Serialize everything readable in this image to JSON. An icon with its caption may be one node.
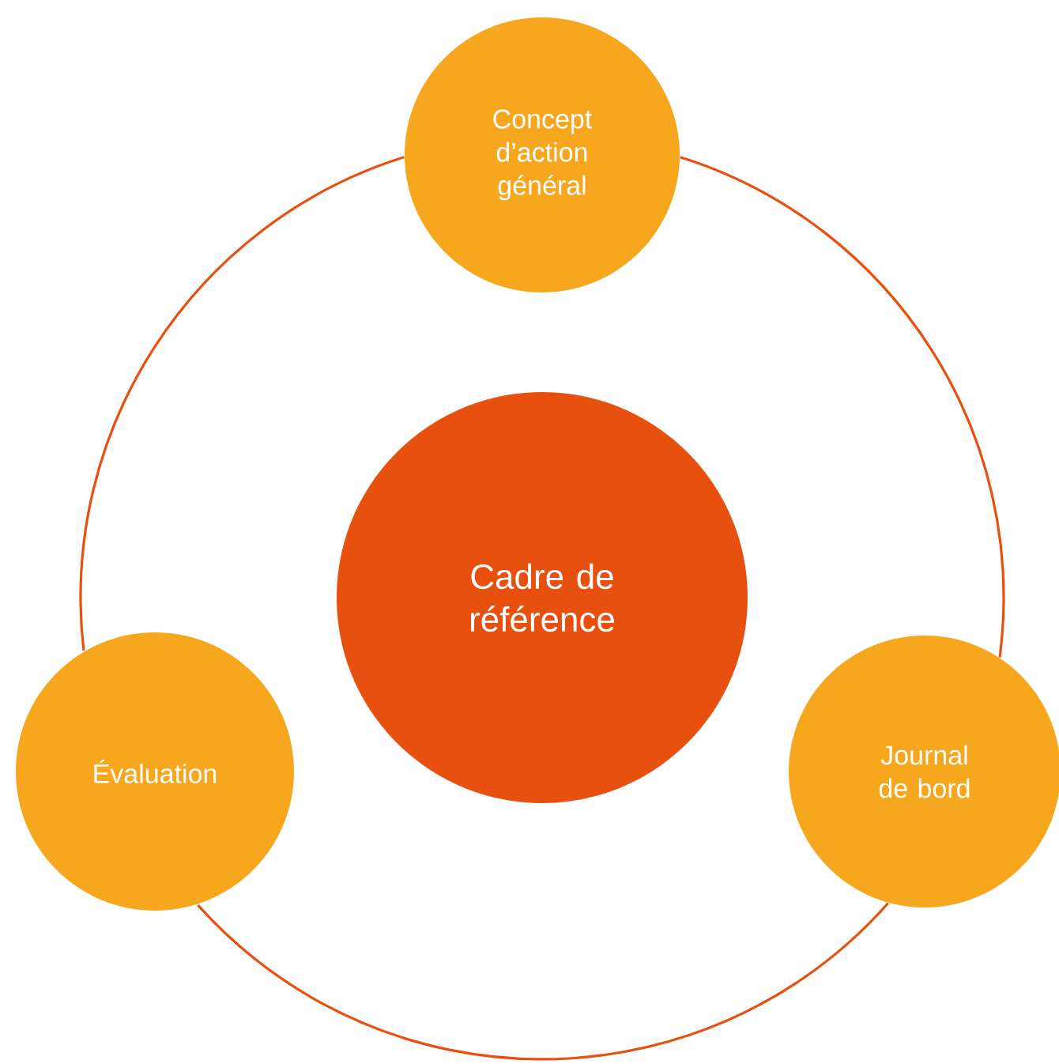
{
  "diagram": {
    "nodes": [
      {
        "text": [
          "Concept d’action général"
        ]
      },
      {
        "text": [
          "Cadre de référence"
        ]
      },
      {
        "text": [
          "Évaluation"
        ]
      },
      {
        "text": [
          "Journal de bord"
        ]
      }
    ],
    "edges": [
      {
        "from": 0,
        "to": 3,
        "arrow": "none"
      },
      {
        "from": 3,
        "to": 2,
        "arrow": "none"
      },
      {
        "from": 2,
        "to": 0,
        "arrow": "none"
      }
    ]
  }
}
